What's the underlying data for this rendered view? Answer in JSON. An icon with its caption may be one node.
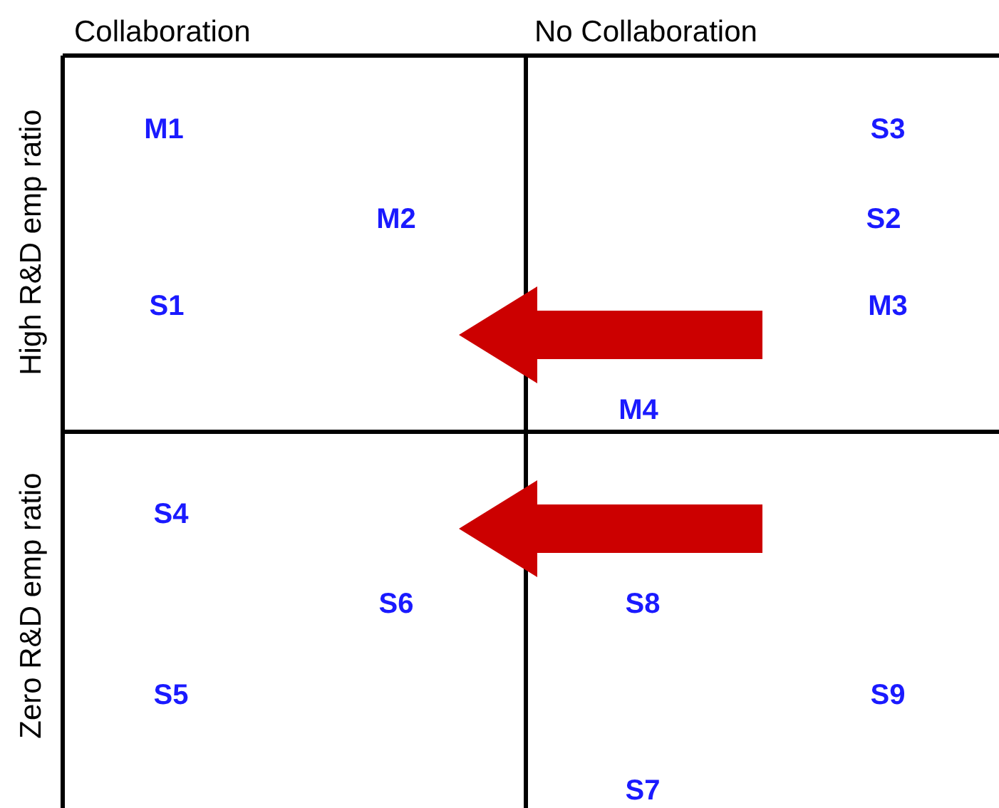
{
  "diagram": {
    "labels": [
      "Collaboration",
      "No Collaboration",
      "High R&D emp ratio",
      "M1",
      "S3",
      "M2",
      "S2",
      "S1",
      "M3",
      "M4",
      "Zero R&D emp ratio",
      "S4",
      "S6",
      "S8",
      "S5",
      "S9",
      "S7"
    ]
  }
}
